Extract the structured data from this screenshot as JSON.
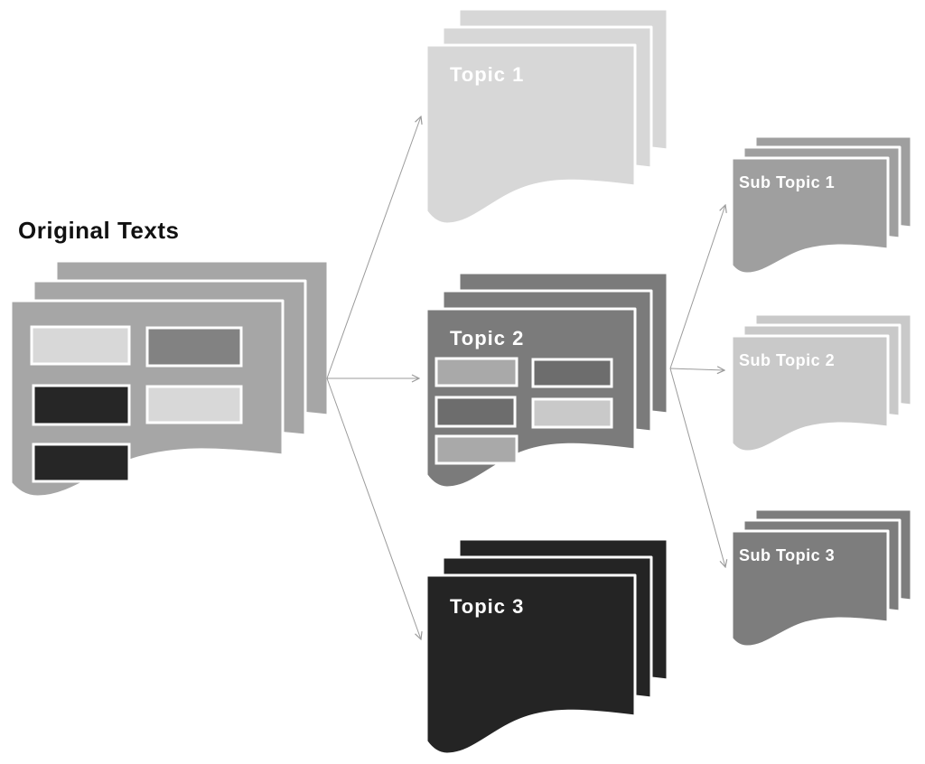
{
  "heading": "Original Texts",
  "palette": {
    "background": "#ffffff",
    "arrow": "#9b9b9b",
    "sheet_outline": "#ffffff",
    "label_text": "#ffffff",
    "heading_text": "#111111"
  },
  "source_stack": {
    "label": "Original Texts",
    "sheet_count": 3,
    "sheet_color": "#a6a6a6",
    "blocks": [
      {
        "position": "row1-left",
        "color": "#d8d8d8"
      },
      {
        "position": "row1-right",
        "color": "#828282"
      },
      {
        "position": "row2-left",
        "color": "#262626"
      },
      {
        "position": "row2-right",
        "color": "#d8d8d8"
      },
      {
        "position": "row3-left",
        "color": "#262626"
      }
    ]
  },
  "topic_stacks": [
    {
      "label": "Topic 1",
      "sheet_count": 3,
      "sheet_color": "#d7d7d7",
      "blocks": []
    },
    {
      "label": "Topic 2",
      "sheet_count": 3,
      "sheet_color": "#7b7b7b",
      "blocks": [
        {
          "position": "row1-left",
          "color": "#a9a9a9"
        },
        {
          "position": "row1-right",
          "color": "#6d6d6d"
        },
        {
          "position": "row2-left",
          "color": "#6d6d6d"
        },
        {
          "position": "row2-right",
          "color": "#c9c9c9"
        },
        {
          "position": "row3-left",
          "color": "#a9a9a9"
        }
      ]
    },
    {
      "label": "Topic 3",
      "sheet_count": 3,
      "sheet_color": "#242424",
      "blocks": []
    }
  ],
  "subtopic_stacks": [
    {
      "label": "Sub Topic 1",
      "sheet_count": 3,
      "sheet_color": "#9f9f9f"
    },
    {
      "label": "Sub Topic 2",
      "sheet_count": 3,
      "sheet_color": "#c9c9c9"
    },
    {
      "label": "Sub Topic 3",
      "sheet_count": 3,
      "sheet_color": "#7d7d7d"
    }
  ],
  "connections": [
    {
      "from": "Original Texts",
      "to": "Topic 1"
    },
    {
      "from": "Original Texts",
      "to": "Topic 2"
    },
    {
      "from": "Original Texts",
      "to": "Topic 3"
    },
    {
      "from": "Topic 2",
      "to": "Sub Topic 1"
    },
    {
      "from": "Topic 2",
      "to": "Sub Topic 2"
    },
    {
      "from": "Topic 2",
      "to": "Sub Topic 3"
    }
  ]
}
